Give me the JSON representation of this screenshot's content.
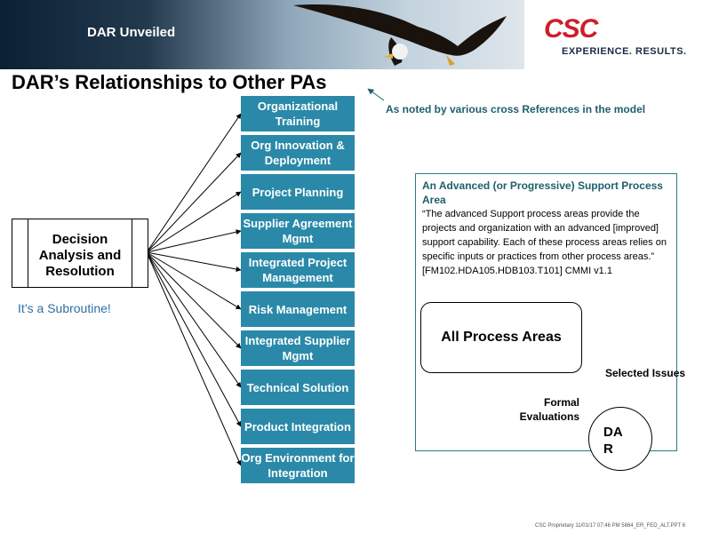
{
  "header": {
    "banner_title": "DAR Unveiled",
    "brand_logo": "CSC",
    "brand_tagline": "EXPERIENCE. RESULTS."
  },
  "page_title": "DAR’s Relationships to Other PAs",
  "cross_ref_note": "As noted by various cross References in the model",
  "dar_box": {
    "label": "Decision Analysis and Resolution"
  },
  "subroutine_note": "It’s a Subroutine!",
  "process_areas": [
    "Organizational Training",
    "Org Innovation & Deployment",
    "Project Planning",
    "Supplier Agreement Mgmt",
    "Integrated Project Management",
    "Risk Management",
    "Integrated Supplier Mgmt",
    "Technical Solution",
    "Product Integration",
    "Org Environment for Integration"
  ],
  "info_panel": {
    "heading": "An Advanced (or Progressive) Support Process Area",
    "body": "“The advanced Support process areas provide the projects and organization with an advanced [improved] support capability. Each of these process areas relies on specific inputs or practices from other process areas.” [FM102.HDA105.HDB103.T101] CMMI v1.1"
  },
  "all_process_areas_label": "All Process Areas",
  "selected_issues_label": "Selected Issues",
  "formal_evaluations_label": "Formal Evaluations",
  "dar_circle_label": "DAR",
  "footer": "CSC Proprietary 11/01/17 07:46 PM 5864_ER_FED_ALT.PPT 6",
  "colors": {
    "pa_box": "#2a89a8",
    "accent_teal": "#1f5f6b",
    "subroutine_blue": "#2e6fa3",
    "brand_red": "#cc1f2a"
  },
  "icons": {
    "banner_image": "eagle-icon"
  }
}
